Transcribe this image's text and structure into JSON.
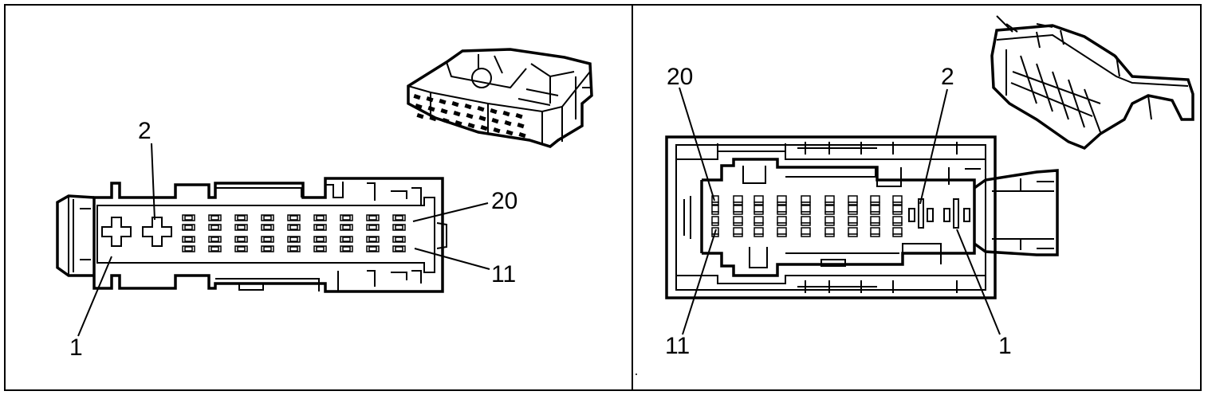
{
  "panels": [
    {
      "id": "left",
      "labels": {
        "pin_1": "1",
        "pin_2": "2",
        "pin_20": "20",
        "pin_11": "11"
      }
    },
    {
      "id": "right",
      "labels": {
        "pin_20": "20",
        "pin_2": "2",
        "pin_11": "11",
        "pin_1": "1"
      }
    }
  ]
}
